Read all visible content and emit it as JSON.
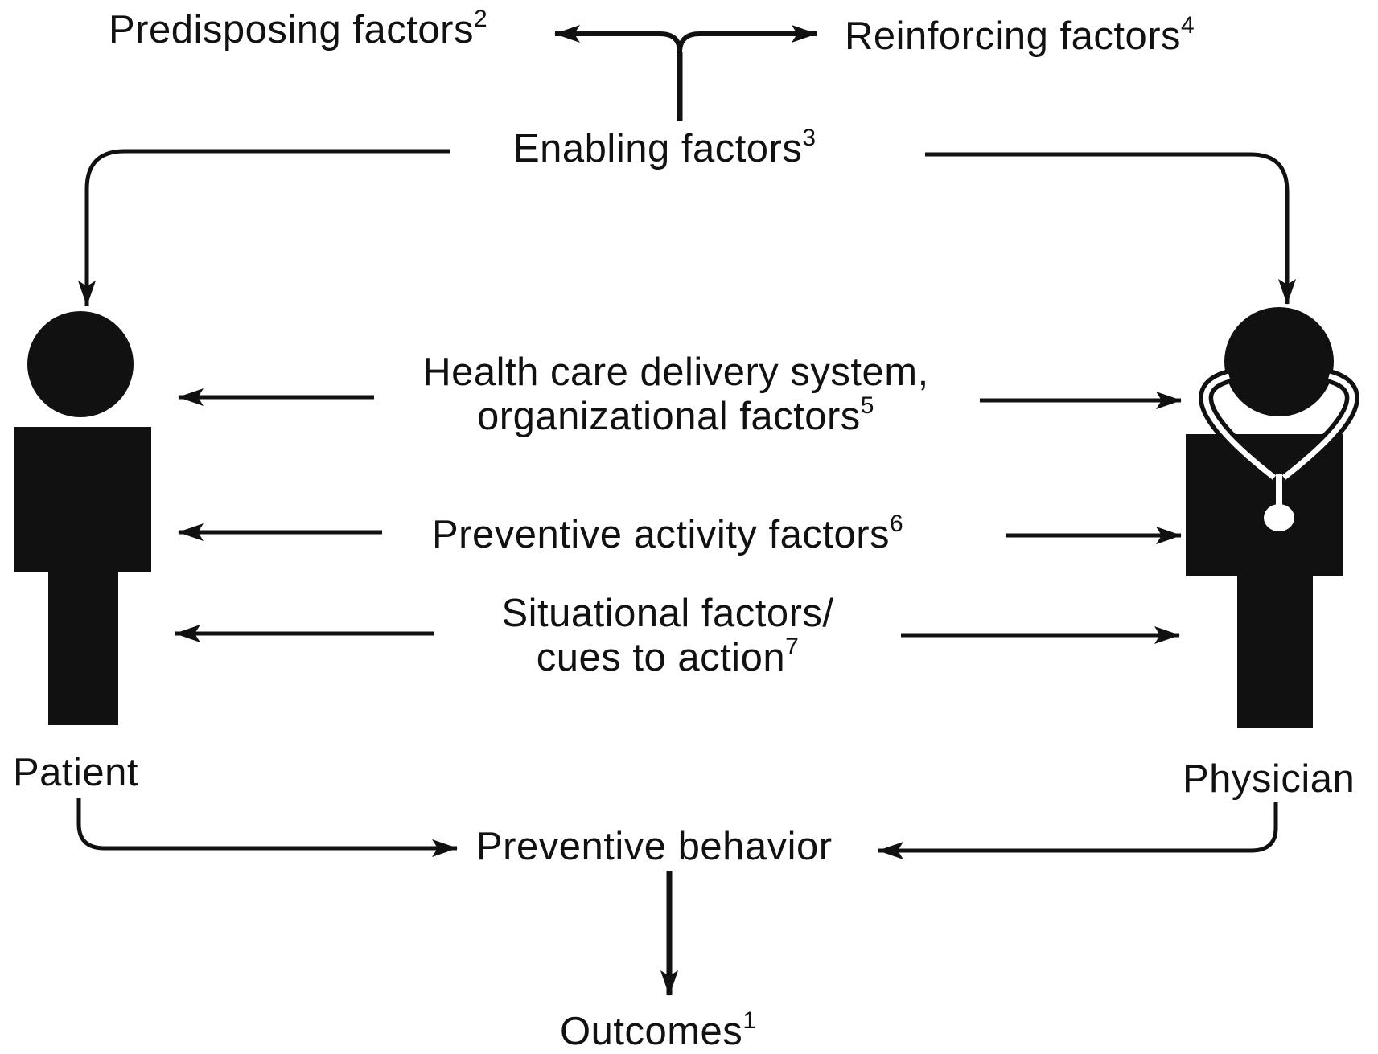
{
  "colors": {
    "ink": "#111111",
    "background": "#ffffff"
  },
  "labels": {
    "predisposing": {
      "text": "Predisposing factors",
      "note": "2"
    },
    "reinforcing": {
      "text": "Reinforcing factors",
      "note": "4"
    },
    "enabling": {
      "text": "Enabling factors",
      "note": "3"
    },
    "health_care": {
      "line1": "Health care delivery system,",
      "line2": "organizational factors",
      "note": "5"
    },
    "preventive_activity": {
      "text": "Preventive activity factors",
      "note": "6"
    },
    "situational": {
      "line1": "Situational factors/",
      "line2": "cues to action",
      "note": "7"
    },
    "patient": "Patient",
    "physician": "Physician",
    "preventive_behavior": "Preventive behavior",
    "outcomes": {
      "text": "Outcomes",
      "note": "1"
    }
  },
  "icons": {
    "patient": "person-icon",
    "physician": "physician-with-stethoscope-icon"
  }
}
